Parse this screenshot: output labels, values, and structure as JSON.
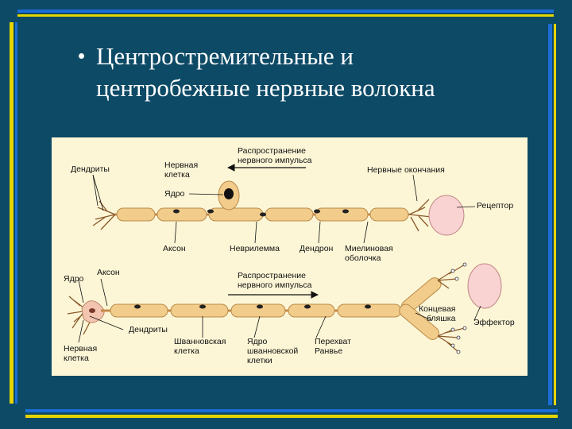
{
  "slide": {
    "title_line1": "Центростремительные и",
    "title_line2": "центробежные нервные волокна"
  },
  "colors": {
    "background": "#0d4a66",
    "frame_blue": "#1b6cd6",
    "frame_yellow": "#e6d400",
    "figure_bg": "#fdf6d6",
    "myelin": "#f2cc8a",
    "axon": "#c98a4a",
    "receptor": "#f9d2d2"
  },
  "top_diagram": {
    "impulse_label_1": "Распространение",
    "impulse_label_2": "нервного импульса",
    "dendrites": "Дендриты",
    "nerve_cell_1": "Нервная",
    "nerve_cell_2": "клетка",
    "nucleus": "Ядро",
    "nerve_endings": "Нервные окончания",
    "receptor": "Рецептор",
    "axon": "Аксон",
    "neurilemma": "Неврилемма",
    "dendron": "Дендрон",
    "myelin_1": "Миелиновая",
    "myelin_2": "оболочка"
  },
  "bottom_diagram": {
    "nucleus": "Ядро",
    "axon": "Аксон",
    "impulse_label_1": "Распространение",
    "impulse_label_2": "нервного импульса",
    "end_plate_1": "Концевая",
    "end_plate_2": "бляшка",
    "effector": "Эффектор",
    "dendrites": "Дендриты",
    "nerve_cell_1": "Нервная",
    "nerve_cell_2": "клетка",
    "schwann_cell_1": "Шванновская",
    "schwann_cell_2": "клетка",
    "schwann_nucleus_1": "Ядро",
    "schwann_nucleus_2": "шванновской",
    "schwann_nucleus_3": "клетки",
    "ranvier_1": "Перехват",
    "ranvier_2": "Ранвье"
  }
}
